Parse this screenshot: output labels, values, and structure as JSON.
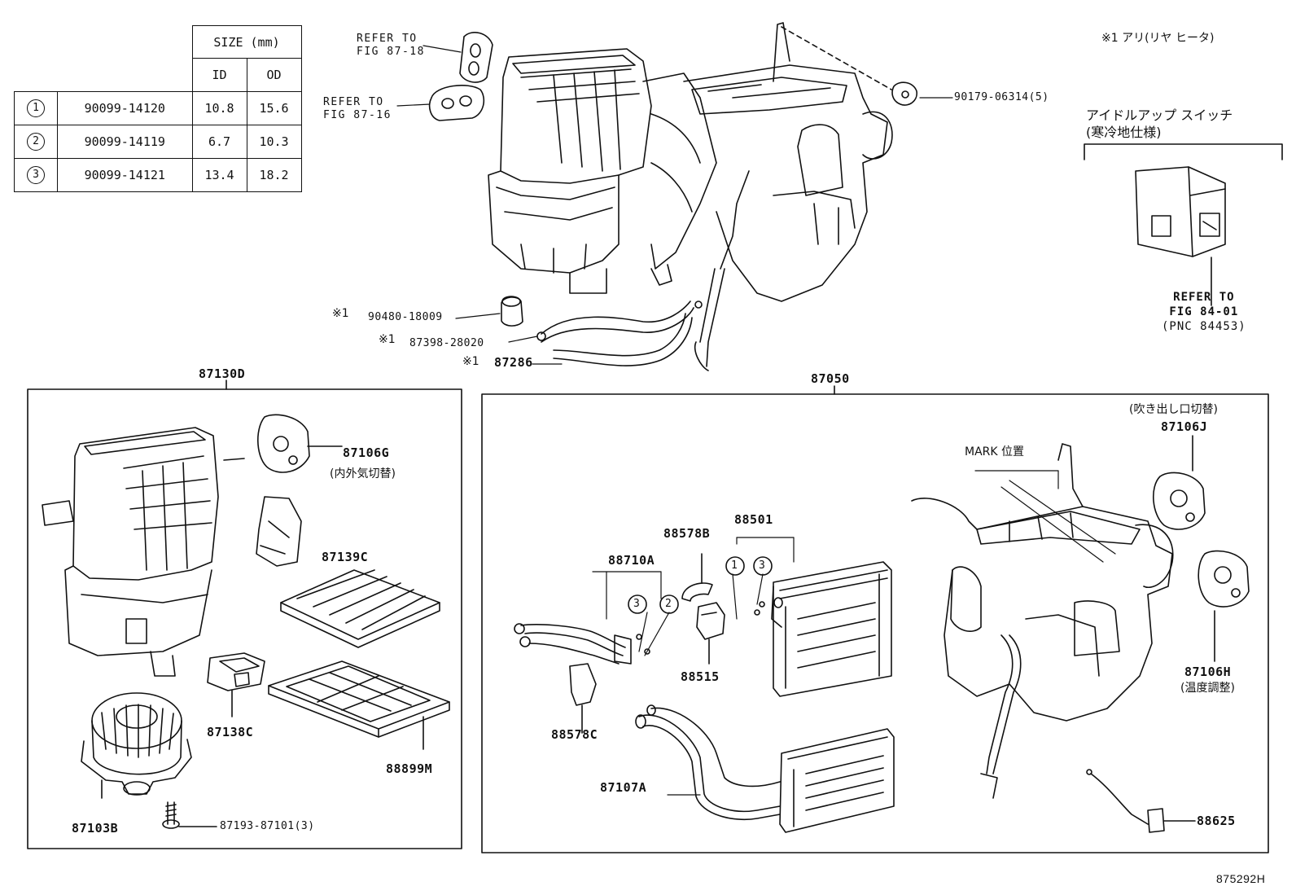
{
  "diagram_id": "875292H",
  "size_table": {
    "header": "SIZE (mm)",
    "col_id": "ID",
    "col_od": "OD",
    "rows": [
      {
        "num": "1",
        "part": "90099-14120",
        "id": "10.8",
        "od": "15.6"
      },
      {
        "num": "2",
        "part": "90099-14119",
        "id": "6.7",
        "od": "10.3"
      },
      {
        "num": "3",
        "part": "90099-14121",
        "id": "13.4",
        "od": "18.2"
      }
    ]
  },
  "note": "※1 アリ(リヤ ヒータ)",
  "refs": {
    "fig_87_18": [
      "REFER TO",
      "FIG 87-18"
    ],
    "fig_87_16": [
      "REFER TO",
      "FIG 87-16"
    ],
    "fig_84_01": [
      "REFER TO",
      "FIG 84-01",
      "(PNC 84453)"
    ]
  },
  "idle_switch": {
    "title": "アイドルアップ スイッチ",
    "subtitle": "(寒冷地仕様)"
  },
  "top_parts": {
    "p90179": "90179-06314(5)",
    "p90480": "90480-18009",
    "p87398": "87398-28020",
    "p87286": "87286",
    "star1": "※1"
  },
  "group_left": {
    "title": "87130D",
    "p87106G": "87106G",
    "p87106G_note": "(内外気切替)",
    "p87139C": "87139C",
    "p87138C": "87138C",
    "p88899M": "88899M",
    "p87103B": "87103B",
    "p87193": "87193-87101(3)"
  },
  "group_right": {
    "title": "87050",
    "p87106J_note": "(吹き出し口切替)",
    "p87106J": "87106J",
    "mark": "MARK 位置",
    "p88578B": "88578B",
    "p88501": "88501",
    "p88710A": "88710A",
    "p88515": "88515",
    "p88578C": "88578C",
    "p87107A": "87107A",
    "p87106H": "87106H",
    "p87106H_note": "(温度調整)",
    "p88625": "88625",
    "c1": "1",
    "c2": "2",
    "c3": "3"
  }
}
